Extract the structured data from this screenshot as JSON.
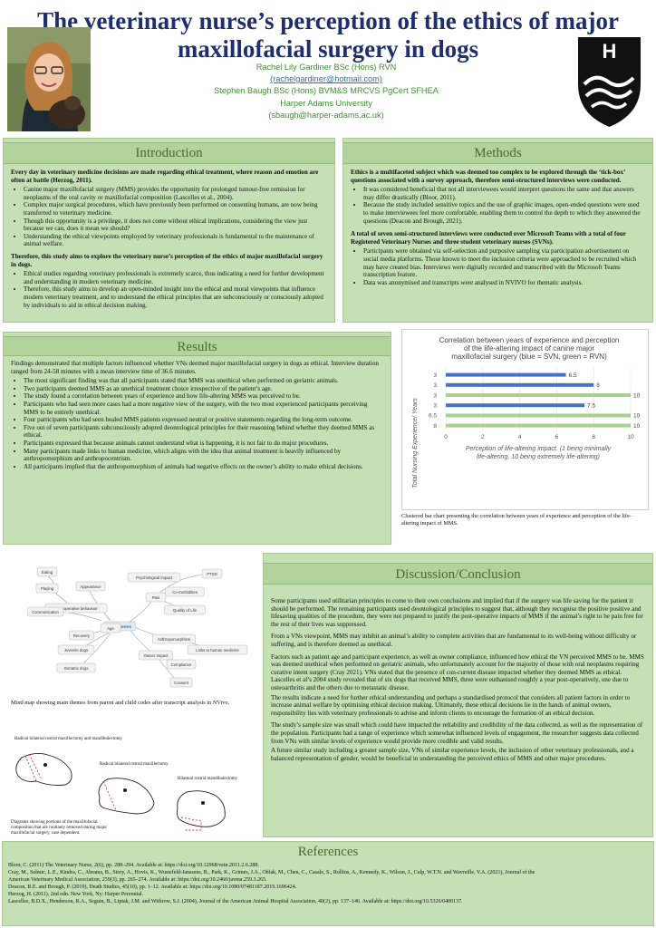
{
  "header": {
    "title": "The veterinary nurse’s perception of the ethics of major maxillofacial surgery in dogs",
    "authors": [
      "Rachel Lily Gardiner BSc (Hons) RVN",
      "(rachelgardiner@hotmail.com)",
      "Stephen Baugh BSc (Hons) BVM&S MRCVS PgCert SFHEA",
      "Harper Adams University",
      "(sbaugh@harper-adams.ac.uk)"
    ],
    "logo_letter": "H"
  },
  "introduction": {
    "title": "Introduction",
    "lead": "Every day in veterinary medicine decisions are made regarding ethical treatment, where reason and emotion are often at battle (Herzog, 2011).",
    "bullets1": [
      "Canine major maxillofacial surgery (MMS) provides the opportunity for prolonged tumour-free remission for neoplasms of the oral cavity or maxillofacial composition (Lascelles et al., 2004).",
      "Complex major surgical procedures, which have previously been performed on consenting humans, are now being transferred to veterinary medicine.",
      "Though this opportunity is a privilege, it does not come without ethical implications, considering the view just because we can, does it mean we should?",
      "Understanding the ethical viewpoints employed by veterinary professionals is fundamental to the maintenance of animal welfare."
    ],
    "aim": "Therefore, this study aims to explore the veterinary nurse’s perception of the ethics of major maxillofacial surgery in dogs.",
    "bullets2": [
      "Ethical studies regarding veterinary professionals is extremely scarce, thus indicating a need for further development and understanding in modern veterinary medicine.",
      "Therefore, this study aims to develop an open-minded insight into the ethical and moral viewpoints that influence modern veterinary treatment, and to understand the ethical principles that are subconsciously or consciously adopted by individuals to aid in ethical decision making."
    ]
  },
  "methods": {
    "title": "Methods",
    "lead": "Ethics is a multifaceted subject which was deemed too complex to be explored through the ‘tick-box’ questions associated with a survey approach, therefore semi-structured interviews were conducted.",
    "bullets1": [
      "It was considered beneficial that not all interviewees would interpret questions the same and that answers may differ drastically (Bloor, 2011).",
      "Because the study included sensitive topics and the use of graphic images, open-ended questions were used to make interviewees feel more comfortable, enabling them to control the depth to which they answered the questions (Deacon and Brough, 2021)."
    ],
    "lead2": "A total of seven semi-structured interviews were conducted over Microsoft Teams with a total of four Registered Veterinary Nurses and three student veterinary nurses (SVNs).",
    "bullets2": [
      "Participants were obtained via self-selection and purposive sampling via participation advertisement on social media platforms. Those known to meet the inclusion criteria were approached to be recruited which may have created bias. Interviews were digitally recorded and transcribed with the Microsoft Teams transcription feature.",
      "Data was anonymised and transcripts were analysed in NVIVO for thematic analysis."
    ]
  },
  "results": {
    "title": "Results",
    "lead": "Findings demonstrated that multiple factors influenced whether VNs deemed major maxillofacial surgery in dogs as ethical. Interview duration ranged from 24-58 minutes with a mean interview time of 36.6 minutes.",
    "bullets": [
      "The most significant finding was that all participants stated that MMS was unethical when performed on geriatric animals.",
      "Two participants deemed MMS as an unethical treatment choice irrespective of the patient’s age.",
      "The study found a correlation between years of experience and how life-altering MMS was perceived to be.",
      "Participants who had seen more cases had a more negative view of the surgery, with the two most experienced participants perceiving MMS to be entirely unethical.",
      "Four participants who had seen healed MMS patients expressed neutral or positive statements regarding the long-term outcome.",
      "Five out of seven participants subconsciously adopted deontological principles for their reasoning behind whether they deemed MMS as ethical.",
      "Participants expressed that because animals cannot understand what is happening, it is not fair to do major procedures.",
      "Many participants made links to human medicine, which aligns with the idea that animal treatment is heavily influenced by anthropomorphism and anthropocentrism.",
      "All participants implied that the anthropomorphism of animals had negative effects on the owner’s ability to make ethical decisions."
    ]
  },
  "chart_data": {
    "type": "bar",
    "title": "Correlation between years of experience and perception of the life-altering impact of canine major maxillofacial surgery (blue = SVN, green = RVN)",
    "xlabel": "Perception of life-altering impact. (1 being minimally life-altering, 10 being extremely life-altering)",
    "ylabel": "Total Nursing Experience/ Years",
    "xlim": [
      0,
      10
    ],
    "xticks": [
      0,
      2,
      4,
      6,
      8,
      10
    ],
    "categories": [
      "3",
      "3",
      "3",
      "3",
      "6.5",
      "8"
    ],
    "values": [
      6.5,
      8,
      10,
      7.5,
      10,
      10
    ],
    "value_labels": [
      "6.5",
      "8",
      "10",
      "7.5",
      "10",
      "10"
    ],
    "group": [
      "SVN",
      "SVN",
      "RVN",
      "SVN",
      "RVN",
      "RVN"
    ],
    "colors": {
      "SVN": "#4472c4",
      "RVN": "#a9d18e"
    },
    "orientation": "horizontal",
    "grid": true
  },
  "chart_caption": "Clustered bar chart presenting the correlation between years of experience and perception of the life-altering impact of MMS.",
  "mindmap": {
    "center": "Main Themes",
    "nodes": [
      "Eating",
      "Playing",
      "Post operative behaviour",
      "Communication",
      "Recovery",
      "Juvenile dogs",
      "Age",
      "Geriatric dogs",
      "Appearance",
      "Psychological impact",
      "PTSD",
      "Pain",
      "Co-morbidities",
      "Quality of Life",
      "Anthropomorphism",
      "Links to human medicine",
      "Owner Impact",
      "Compliance",
      "Consent"
    ],
    "caption": "Mind map showing main themes from parent and child codes after transcript analysis in NVivo."
  },
  "diagram": {
    "labels": [
      "Radical bilateral rostral maxillectomy and mandibulectomy",
      "Radical bilateral rostral maxillectomy",
      "Bilateral rostral mandibulectomy"
    ],
    "caption": "Diagrams showing portions of the maxillofacial composition that are routinely removed during major maxillofacial surgery, case dependent."
  },
  "discussion": {
    "title": "Discussion/Conclusion",
    "paragraphs": [
      "Some participants used utilitarian principles to come to their own conclusions and implied that if the surgery was life saving for the patient it should be performed. The remaining participants used deontological principles to suggest that, although they recognise the positive positive and lifesaving qualities of the procedure, they were not prepared to justify the post-operative impacts of MMS if the animal’s right to be pain free for the rest of their lives was suppressed.",
      "From a VNs viewpoint, MMS may inhibit an animal’s ability to complete activities that are fundamental to its well-being without difficulty or suffering, and is therefore deemed as unethical.",
      "Factors such as patient age and participant experience, as well as owner compliance, influenced how ethical the VN perceived MMS to be. MMS was deemed unethical when performed on geriatric animals, who unfortunately account for the majority of those with oral neoplasms requiring curative intent surgery (Cray 2021). VNs stated that the presence of con-current disease impacted whether they deemed MMS as ethical. Lascelles et al’s 2004 study revealed that of six dogs that received MMS, three were euthanised roughly a year post-operatively, one due to osteoarthritis and the others due to metastatic disease.",
      "The results indicate a need for further ethical understanding and perhaps a standardised protocol that considers all patient factors in order to increase animal welfare by optimising ethical decision making. Ultimately, these ethical decisions lie in the hands of animal owners, responsibility lies with veterinary professionals to advise and inform clients to encourage the formation of an ethical decision.",
      "The study’s sample size was small which could have impacted the reliability and credibility of the data collected, as well as the representation of the population. Participants had a range of experience which somewhat influenced levels of engagement, the researcher suggests data collected from VNs with similar levels of experience would provide more credible and valid results.",
      "A future similar study including a greater sample size, VNs of similar experience levels, the inclusion of other veterinary professionals, and a balanced representation of gender, would be beneficial in understanding the perceived ethics of MMS and other major procedures."
    ]
  },
  "references": {
    "title": "References",
    "items": [
      "Bloor, C. (2011) The Veterinary Nurse, 2(6), pp. 288–294. Available at: https://doi.org/10.12968/vetn.2011.2.6.288.",
      "Cray, M., Selmic, L.E., Kindra, C., Abrams, B., Story, A., Hovis, K., Wustefeld-Janssens, B., Park, K., Grimes, J.A., Oblak, M., Chen, C., Casale, S., Rollins, A., Kennedy, K., Wilson, J., Culp, W.T.N. and Wavreille, V.A. (2021), Journal of the",
      "American Veterinary Medical Association, 259(3), pp. 265–274. Available at: https://doi.org/10.2460/javma.259.3.265.",
      "Deacon, R.E. and Brough, P. (2019), Death Studies, 45(10), pp. 1–12. Available at: https://doi.org/10.1080/07481187.2019.1696424.",
      "Herzog, H. (2011). 2nd edn. New York, Ny: Harper Perennial.",
      "Lascelles, B.D.X., Henderson, R.A., Seguin, B., Liptak, J.M. and Withrow, S.J. (2004), Journal of the American Animal Hospital Association, 40(2), pp. 137–146. Available at: https://doi.org/10.5326/0400137."
    ]
  }
}
